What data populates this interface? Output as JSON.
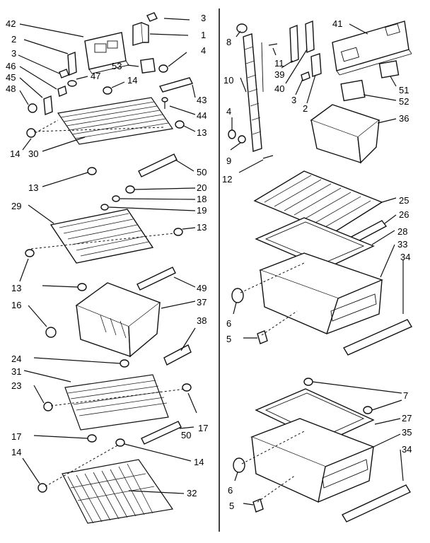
{
  "diagram": {
    "background": "#ffffff",
    "ink": "#111111",
    "labels": [
      {
        "id": "l3a",
        "text": "3"
      },
      {
        "id": "l42",
        "text": "42"
      },
      {
        "id": "l1",
        "text": "1"
      },
      {
        "id": "l2a",
        "text": "2"
      },
      {
        "id": "l53",
        "text": "53"
      },
      {
        "id": "l4a",
        "text": "4"
      },
      {
        "id": "l3b",
        "text": "3"
      },
      {
        "id": "l46",
        "text": "46"
      },
      {
        "id": "l47",
        "text": "47"
      },
      {
        "id": "l45",
        "text": "45"
      },
      {
        "id": "l14a",
        "text": "14"
      },
      {
        "id": "l48",
        "text": "48"
      },
      {
        "id": "l43",
        "text": "43"
      },
      {
        "id": "l44",
        "text": "44"
      },
      {
        "id": "l13a",
        "text": "13"
      },
      {
        "id": "l14b",
        "text": "14"
      },
      {
        "id": "l30",
        "text": "30"
      },
      {
        "id": "l50a",
        "text": "50"
      },
      {
        "id": "l13b",
        "text": "13"
      },
      {
        "id": "l20",
        "text": "20"
      },
      {
        "id": "l18",
        "text": "18"
      },
      {
        "id": "l29",
        "text": "29"
      },
      {
        "id": "l19",
        "text": "19"
      },
      {
        "id": "l13c",
        "text": "13"
      },
      {
        "id": "l13d",
        "text": "13"
      },
      {
        "id": "l49",
        "text": "49"
      },
      {
        "id": "l37",
        "text": "37"
      },
      {
        "id": "l16",
        "text": "16"
      },
      {
        "id": "l38",
        "text": "38"
      },
      {
        "id": "l24",
        "text": "24"
      },
      {
        "id": "l31",
        "text": "31"
      },
      {
        "id": "l23",
        "text": "23"
      },
      {
        "id": "l17a",
        "text": "17"
      },
      {
        "id": "l17b",
        "text": "17"
      },
      {
        "id": "l50b",
        "text": "50"
      },
      {
        "id": "l14c",
        "text": "14"
      },
      {
        "id": "l14d",
        "text": "14"
      },
      {
        "id": "l32",
        "text": "32"
      },
      {
        "id": "l8",
        "text": "8"
      },
      {
        "id": "l10",
        "text": "10"
      },
      {
        "id": "l4b",
        "text": "4"
      },
      {
        "id": "l9",
        "text": "9"
      },
      {
        "id": "l12",
        "text": "12"
      },
      {
        "id": "l11",
        "text": "11"
      },
      {
        "id": "l39",
        "text": "39"
      },
      {
        "id": "l40",
        "text": "40"
      },
      {
        "id": "l41",
        "text": "41"
      },
      {
        "id": "l3c",
        "text": "3"
      },
      {
        "id": "l2b",
        "text": "2"
      },
      {
        "id": "l51",
        "text": "51"
      },
      {
        "id": "l52",
        "text": "52"
      },
      {
        "id": "l36",
        "text": "36"
      },
      {
        "id": "l25",
        "text": "25"
      },
      {
        "id": "l26",
        "text": "26"
      },
      {
        "id": "l28",
        "text": "28"
      },
      {
        "id": "l33",
        "text": "33"
      },
      {
        "id": "l34a",
        "text": "34"
      },
      {
        "id": "l6a",
        "text": "6"
      },
      {
        "id": "l5a",
        "text": "5"
      },
      {
        "id": "l7",
        "text": "7"
      },
      {
        "id": "l27",
        "text": "27"
      },
      {
        "id": "l35",
        "text": "35"
      },
      {
        "id": "l34b",
        "text": "34"
      },
      {
        "id": "l6b",
        "text": "6"
      },
      {
        "id": "l5b",
        "text": "5"
      }
    ]
  }
}
